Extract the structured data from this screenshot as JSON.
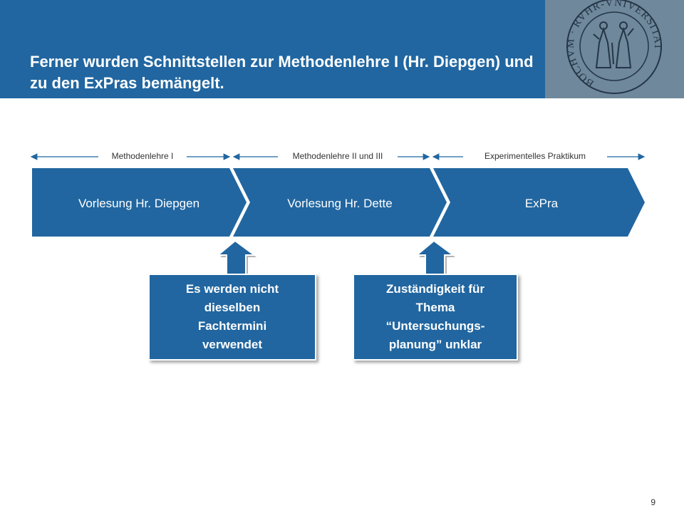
{
  "slide": {
    "title": "Ferner wurden Schnittstellen zur Methodenlehre I (Hr. Diepgen) und zu den ExPras bemängelt.",
    "page_number": "9"
  },
  "logo": {
    "ring_text": "BOCHVM · RVHR-VNIVERSITAT"
  },
  "phases": [
    {
      "label": "Methodenlehre I"
    },
    {
      "label": "Methodenlehre II und III"
    },
    {
      "label": "Experimentelles Praktikum"
    }
  ],
  "segments": [
    {
      "label": "Vorlesung Hr. Diepgen"
    },
    {
      "label": "Vorlesung Hr. Dette"
    },
    {
      "label": "ExPra"
    }
  ],
  "callouts": [
    {
      "text": "Es werden nicht\ndieselben\nFachtermini\nverwendet"
    },
    {
      "text": "Zuständigkeit für\n   Thema\n  “Untersuchungs-\nplanung” unklar"
    }
  ],
  "colors": {
    "primary_blue": "#2166a0",
    "logo_panel": "#6f889b",
    "arrow_line": "#2166a0"
  }
}
